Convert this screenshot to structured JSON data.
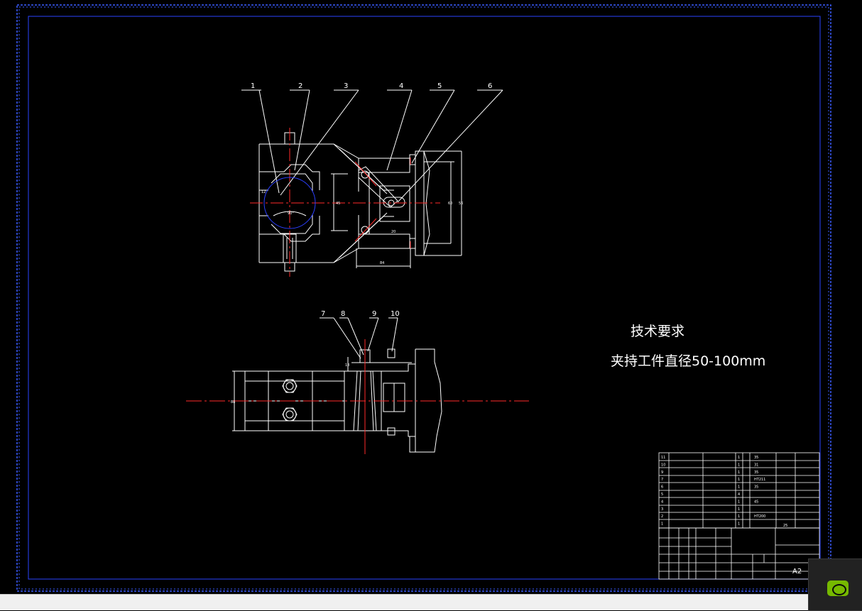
{
  "drawing": {
    "tech_title": "技术要求",
    "tech_note": "夹持工件直径50-100mm",
    "sheet_size": "A2",
    "top_callouts": [
      "1",
      "2",
      "3",
      "4",
      "5",
      "6"
    ],
    "bottom_callouts": [
      "7",
      "8",
      "9",
      "10"
    ],
    "dims": {
      "angle": "90°",
      "w_bottom": "84",
      "w_inner": "20",
      "h_right": "56",
      "h_right2": "60",
      "h_left": "45",
      "bolt": "12",
      "side_h": "88",
      "slot": "18"
    }
  },
  "bom": {
    "rows": [
      {
        "no": "11",
        "name": "",
        "std": "",
        "qty": "1",
        "material": "35",
        "weight": "",
        "note": ""
      },
      {
        "no": "10",
        "name": "",
        "std": "",
        "qty": "1",
        "material": "31",
        "weight": "",
        "note": ""
      },
      {
        "no": "9",
        "name": "",
        "std": "",
        "qty": "1",
        "material": "35",
        "weight": "",
        "note": ""
      },
      {
        "no": "7",
        "name": "",
        "std": "",
        "qty": "1",
        "material": "HT211",
        "weight": "",
        "note": ""
      },
      {
        "no": "6",
        "name": "",
        "std": "",
        "qty": "1",
        "material": "35",
        "weight": "",
        "note": ""
      },
      {
        "no": "5",
        "name": "",
        "std": "",
        "qty": "4",
        "material": "",
        "weight": "",
        "note": ""
      },
      {
        "no": "4",
        "name": "",
        "std": "",
        "qty": "1",
        "material": "45",
        "weight": "",
        "note": ""
      },
      {
        "no": "3",
        "name": "",
        "std": "",
        "qty": "1",
        "material": "",
        "weight": "",
        "note": ""
      },
      {
        "no": "2",
        "name": "",
        "std": "",
        "qty": "1",
        "material": "HT200",
        "weight": "",
        "note": ""
      },
      {
        "no": "1",
        "name": "",
        "std": "",
        "qty": "1",
        "material": "",
        "weight": "",
        "note": ""
      }
    ],
    "weight_value": "25"
  }
}
